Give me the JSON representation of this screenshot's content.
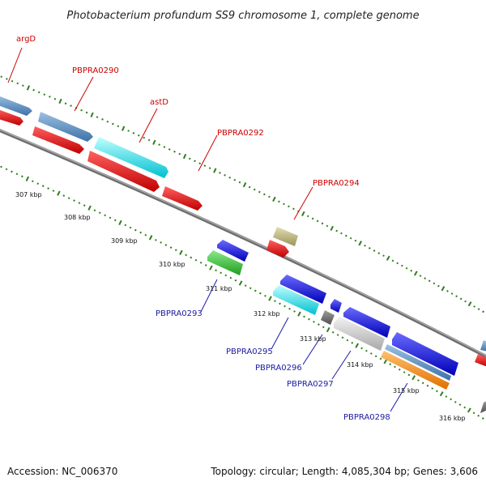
{
  "title": "Photobacterium profundum SS9 chromosome 1, complete genome",
  "accession": "Accession: NC_006370",
  "summary": "Topology: circular; Length: 4,085,304 bp; Genes: 3,606",
  "colors": {
    "forward_label": "#cc0000",
    "reverse_label": "#1a1aa6",
    "tick": "#2e7d1e",
    "backbone": "#7a7a7a"
  },
  "kbp_labels": [
    "307 kbp",
    "308 kbp",
    "309 kbp",
    "310 kbp",
    "311 kbp",
    "312 kbp",
    "313 kbp",
    "314 kbp",
    "315 kbp",
    "316 kbp"
  ],
  "forward_genes": [
    {
      "label": "argD"
    },
    {
      "label": "PBPRA0290"
    },
    {
      "label": "astD"
    },
    {
      "label": "PBPRA0292"
    },
    {
      "label": "PBPRA0294"
    }
  ],
  "reverse_genes": [
    {
      "label": "PBPRA0293"
    },
    {
      "label": "PBPRA0295"
    },
    {
      "label": "PBPRA0296"
    },
    {
      "label": "PBPRA0297"
    },
    {
      "label": "PBPRA0298"
    }
  ]
}
